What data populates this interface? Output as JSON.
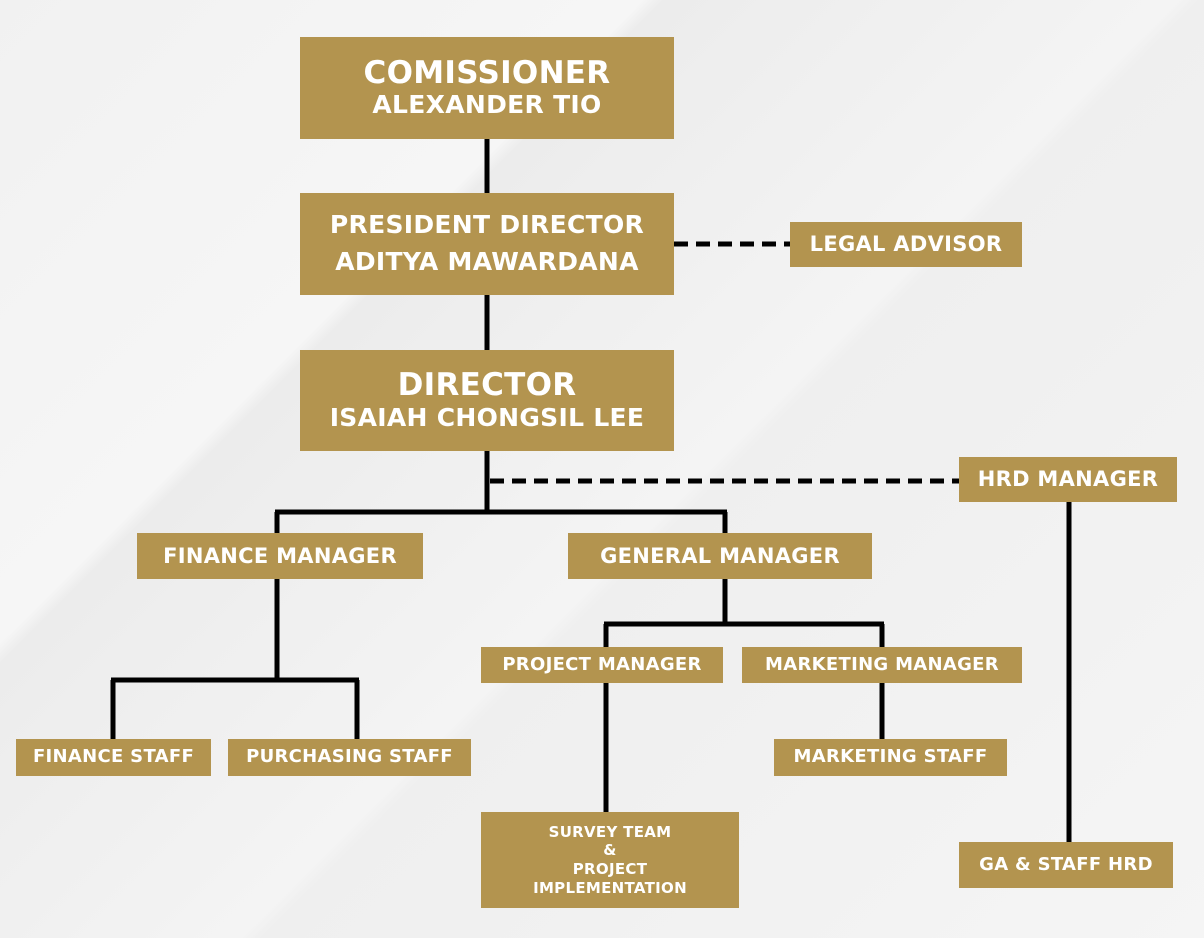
{
  "commissioner": {
    "title": "COMISSIONER",
    "name": "ALEXANDER TIO"
  },
  "president_director": {
    "title": "PRESIDENT DIRECTOR",
    "name": "ADITYA MAWARDANA"
  },
  "legal_advisor": "LEGAL ADVISOR",
  "director": {
    "title": "DIRECTOR",
    "name": "ISAIAH CHONGSIL LEE"
  },
  "hrd_manager": "HRD MANAGER",
  "finance_manager": "FINANCE MANAGER",
  "general_manager": "GENERAL MANAGER",
  "project_manager": "PROJECT MANAGER",
  "marketing_manager": "MARKETING MANAGER",
  "finance_staff": "FINANCE STAFF",
  "purchasing_staff": "PURCHASING STAFF",
  "marketing_staff": "MARKETING STAFF",
  "survey_team": {
    "line1": "SURVEY TEAM",
    "line2": "&",
    "line3": "PROJECT",
    "line4": "IMPLEMENTATION"
  },
  "ga_staff_hrd": "GA & STAFF HRD",
  "colors": {
    "box": "#b3944f",
    "line": "#000000"
  }
}
